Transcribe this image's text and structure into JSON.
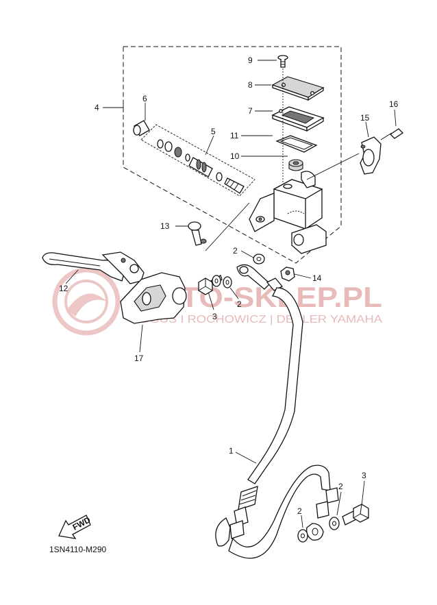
{
  "diagram": {
    "code": "1SN4110-M290",
    "fwd_label": "FWD",
    "watermark": {
      "line1": "MOTO-SKLEP.PL",
      "line2": "BOGUŚ I ROCHOWICZ | DEALER YAMAHA"
    },
    "callouts": {
      "p1": "1",
      "p2a": "2",
      "p2b": "2",
      "p2c": "2",
      "p2d": "2",
      "p3a": "3",
      "p3b": "3",
      "p4": "4",
      "p5": "5",
      "p6": "6",
      "p7": "7",
      "p8": "8",
      "p9": "9",
      "p10": "10",
      "p11": "11",
      "p12": "12",
      "p13": "13",
      "p14": "14",
      "p15": "15",
      "p16": "16",
      "p17": "17"
    }
  }
}
